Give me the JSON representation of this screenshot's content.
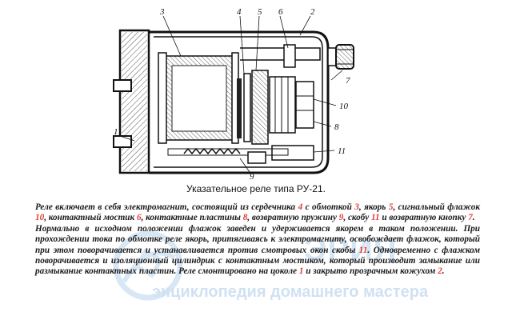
{
  "figure": {
    "callouts": [
      "1",
      "2",
      "3",
      "4",
      "5",
      "6",
      "7",
      "8",
      "9",
      "10",
      "11"
    ],
    "caption": "Указательное реле типа РУ-21."
  },
  "description": {
    "p1": [
      {
        "t": "Реле включает в себя электромагнит, состоящий из сердечника "
      },
      {
        "n": "4"
      },
      {
        "t": " с обмоткой "
      },
      {
        "n": "3"
      },
      {
        "t": ", якорь "
      },
      {
        "n": "5"
      },
      {
        "t": ", сигнальный флажок "
      },
      {
        "n": "10"
      },
      {
        "t": ", контактный мостик "
      },
      {
        "n": "6"
      },
      {
        "t": ", контактные пластины "
      },
      {
        "n": "8"
      },
      {
        "t": ", возвратную пружину "
      },
      {
        "n": "9"
      },
      {
        "t": ", скобу "
      },
      {
        "n": "11"
      },
      {
        "t": " и возвратную кнопку "
      },
      {
        "n": "7"
      },
      {
        "t": "."
      }
    ],
    "p2": [
      {
        "t": "Нормально в исходном положении флажок заведен и удерживается якорем в таком положении. При прохождении тока по обмотке реле якорь, притягиваясь к электромагниту, освобождает флажок, который при этом поворачивается и устанавливается против смотровых окон скобы "
      },
      {
        "n": "11"
      },
      {
        "t": ". Одновременно с флажком поворачивается и изоляционный цилиндрик с контактным мостиком, который производит замыкание или размыкание контактных пластин. Реле смонтировано на цоколе "
      },
      {
        "n": "1"
      },
      {
        "t": " и закрыто прозрачным кожухом "
      },
      {
        "n": "2"
      },
      {
        "t": "."
      }
    ]
  },
  "watermark": {
    "big": "ЭРИЯ",
    "small": "энциклопедия домашнего мастера"
  }
}
